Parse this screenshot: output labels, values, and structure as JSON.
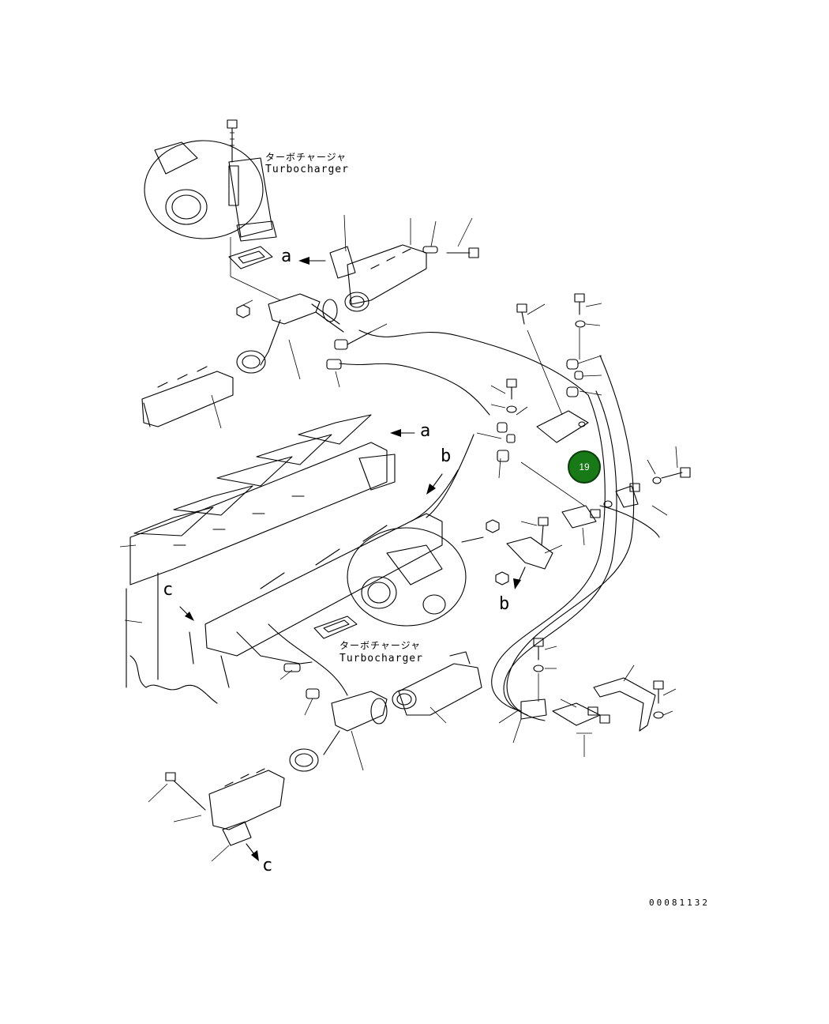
{
  "labels": {
    "turbo_top_jp": "ターボチャージャ",
    "turbo_top_en": "Turbocharger",
    "turbo_mid_jp": "ターボチャージャ",
    "turbo_mid_en": "Turbocharger"
  },
  "view_refs": {
    "a_upper": "a",
    "a_lower": "a",
    "b_upper": "b",
    "b_lower": "b",
    "c_left": "c",
    "c_bottom": "c"
  },
  "callouts": [
    {
      "number": "19",
      "color": "#177a17"
    }
  ],
  "drawing_number": "00081132"
}
